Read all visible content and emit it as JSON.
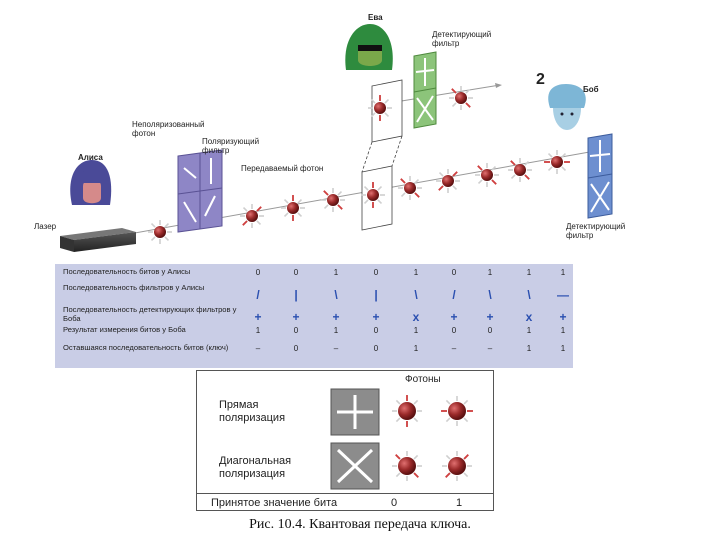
{
  "labels": {
    "alice": "Алиса",
    "eve": "Ева",
    "bob": "Боб",
    "laser": "Лазер",
    "unpolarized_photon": "Неполяризованный фотон",
    "polarizing_filter": "Поляризующий фильтр",
    "transmitted_photon": "Передаваемый фотон",
    "eve_detector": "Детектирующий фильтр",
    "bob_detector": "Детектирующий фильтр",
    "badge": "2"
  },
  "table": {
    "rows": [
      {
        "label": "Последовательность битов у Алисы",
        "values": [
          "0",
          "0",
          "1",
          "0",
          "1",
          "0",
          "1",
          "1",
          "1"
        ]
      },
      {
        "label": "Последовательность фильтров у Алисы",
        "values": [
          "/",
          "|",
          "\\",
          "|",
          "\\",
          "/",
          "\\",
          "\\",
          "—"
        ]
      },
      {
        "label": "Последовательность детектирующих фильтров у Боба",
        "values": [
          "+",
          "+",
          "+",
          "+",
          "x",
          "+",
          "+",
          "x",
          "+"
        ]
      },
      {
        "label": "Результат измерения битов у Боба",
        "values": [
          "1",
          "0",
          "1",
          "0",
          "1",
          "0",
          "0",
          "1",
          "1"
        ]
      },
      {
        "label": "Оставшаяся последовательность битов (ключ)",
        "values": [
          "–",
          "0",
          "–",
          "0",
          "1",
          "–",
          "–",
          "1",
          "1"
        ]
      }
    ]
  },
  "legend": {
    "photons_header": "Фотоны",
    "rect_label": "Прямая поляризация",
    "diag_label": "Диагональная поляризация",
    "bit_label": "Принятое значение бита",
    "bit0": "0",
    "bit1": "1"
  },
  "caption": "Рис. 10.4. Квантовая передача ключа.",
  "colors": {
    "panel": "#c9cde6",
    "photon": "#9a2a2a",
    "alice_filter": "#8e86c6",
    "eve_filter": "#8cc47a",
    "bob_filter": "#6d8fd0",
    "alice_head": "#4a4a98",
    "eve_head": "#2e8b3e",
    "bob_head": "#7db6d6",
    "filter_icon_bg": "#8c8c8c"
  },
  "icons": [
    "laser-icon",
    "alice-avatar",
    "eve-avatar",
    "bob-avatar",
    "photon-icon",
    "polarizer-icon",
    "detector-icon"
  ]
}
